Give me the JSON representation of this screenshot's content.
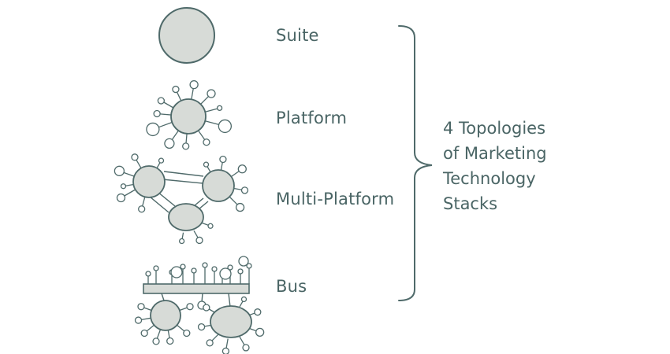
{
  "colors": {
    "node_fill": "#d7dbd7",
    "stroke": "#4f6a6a",
    "text": "#4a6565",
    "background": "#ffffff"
  },
  "topologies": [
    {
      "id": "suite",
      "label": "Suite"
    },
    {
      "id": "platform",
      "label": "Platform"
    },
    {
      "id": "multi-platform",
      "label": "Multi-Platform"
    },
    {
      "id": "bus",
      "label": "Bus"
    }
  ],
  "caption": {
    "lines": [
      "4 Topologies",
      "of Marketing",
      "Technology",
      "Stacks"
    ]
  }
}
